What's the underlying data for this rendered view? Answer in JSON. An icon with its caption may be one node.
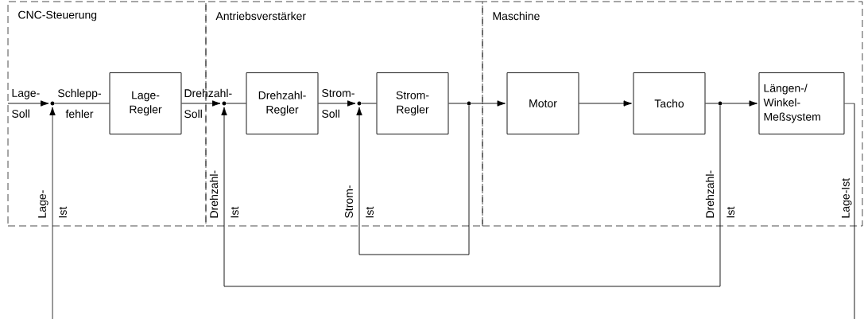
{
  "diagram": {
    "nodes": [
      {
        "text": [
          "CNC-Steuerung"
        ]
      },
      {
        "text": [
          "Antriebsverstärker"
        ]
      },
      {
        "text": [
          "Maschine"
        ]
      },
      {
        "text": [],
        "shape": "circle",
        "in": 0
      },
      {
        "text": [
          "Lage- Regler"
        ],
        "in": 0
      },
      {
        "text": [],
        "shape": "circle",
        "in": 1
      },
      {
        "text": [
          "Drehzahl- Regler"
        ],
        "in": 1
      },
      {
        "text": [],
        "shape": "circle",
        "in": 1
      },
      {
        "text": [
          "Strom- Regler"
        ],
        "in": 1
      },
      {
        "text": [],
        "shape": "circle",
        "in": 1
      },
      {
        "text": [
          "Motor"
        ],
        "in": 2
      },
      {
        "text": [
          "Tacho"
        ],
        "in": 2
      },
      {
        "text": [],
        "shape": "circle",
        "in": 2
      },
      {
        "text": [
          "Längen-/ Winkel- Meßsystem"
        ],
        "in": 2
      }
    ],
    "edges": [
      {
        "from": null,
        "to": 3,
        "arrow": "to",
        "label": "Lage- Soll"
      },
      {
        "from": null,
        "to": 3,
        "arrow": "to",
        "label": "Lage- Ist"
      },
      {
        "from": 3,
        "to": 4,
        "arrow": "none",
        "label": "Schlepp- fehler"
      },
      {
        "from": 4,
        "to": 5,
        "arrow": "to",
        "label": "Drehzahl- Soll"
      },
      {
        "from": 5,
        "to": 6,
        "arrow": "none"
      },
      {
        "from": 6,
        "to": 7,
        "arrow": "to",
        "label": "Strom- Soll"
      },
      {
        "from": 7,
        "to": 8,
        "arrow": "none"
      },
      {
        "from": 8,
        "to": 9,
        "arrow": "none"
      },
      {
        "from": 9,
        "to": 10,
        "arrow": "to"
      },
      {
        "from": 9,
        "to": 7,
        "arrow": "to",
        "label": "Strom- Ist"
      },
      {
        "from": 10,
        "to": 11,
        "arrow": "to"
      },
      {
        "from": 11,
        "to": 12,
        "arrow": "none"
      },
      {
        "from": 12,
        "to": 13,
        "arrow": "to"
      },
      {
        "from": 12,
        "to": 5,
        "arrow": "to",
        "label": "Drehzahl- Ist"
      },
      {
        "from": 13,
        "to": null,
        "arrow": "none",
        "label": "Lage-Ist"
      }
    ],
    "labels": [
      "Drehzahl- Ist"
    ]
  }
}
